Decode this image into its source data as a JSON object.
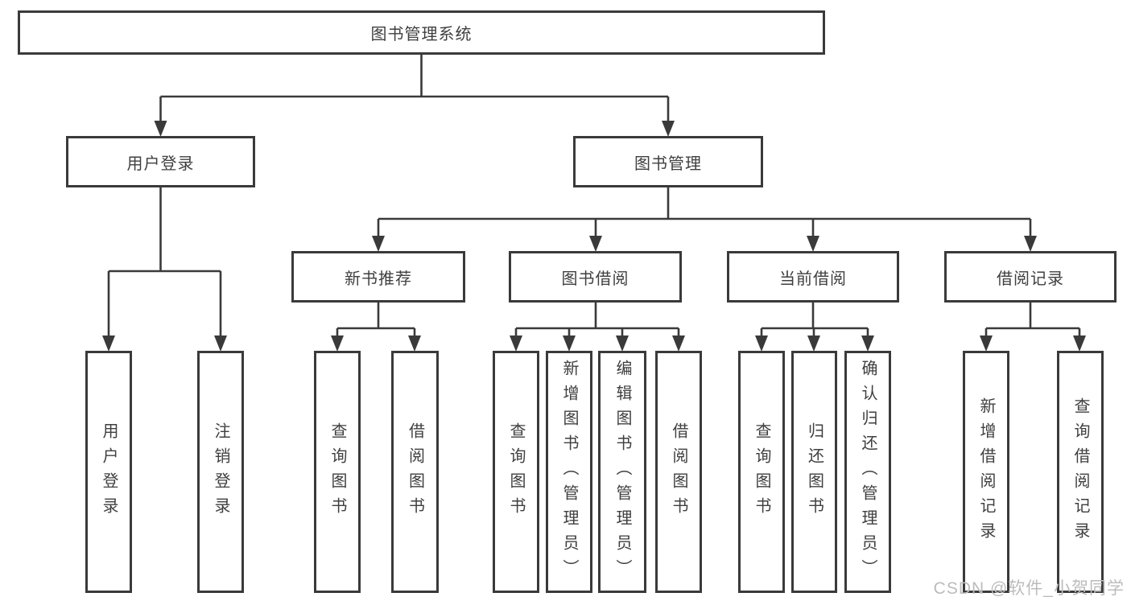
{
  "tree": {
    "label": "图书管理系统",
    "children": [
      {
        "label": "用户登录",
        "children": [
          {
            "label": "用户登录"
          },
          {
            "label": "注销登录"
          }
        ]
      },
      {
        "label": "图书管理",
        "children": [
          {
            "label": "新书推荐",
            "children": [
              {
                "label": "查询图书"
              },
              {
                "label": "借阅图书"
              }
            ]
          },
          {
            "label": "图书借阅",
            "children": [
              {
                "label": "查询图书"
              },
              {
                "label": "新增图书（管理员）"
              },
              {
                "label": "编辑图书（管理员）"
              },
              {
                "label": "借阅图书"
              }
            ]
          },
          {
            "label": "当前借阅",
            "children": [
              {
                "label": "查询图书"
              },
              {
                "label": "归还图书"
              },
              {
                "label": "确认归还（管理员）"
              }
            ]
          },
          {
            "label": "借阅记录",
            "children": [
              {
                "label": "新增借阅记录"
              },
              {
                "label": "查询借阅记录"
              }
            ]
          }
        ]
      }
    ]
  },
  "watermark": {
    "text": "CSDN @软件_小贺同学"
  },
  "colors": {
    "line": "#3a3a3a",
    "text": "#3f3f3f",
    "watermark": "#bcbcbc",
    "background": "#ffffff"
  }
}
